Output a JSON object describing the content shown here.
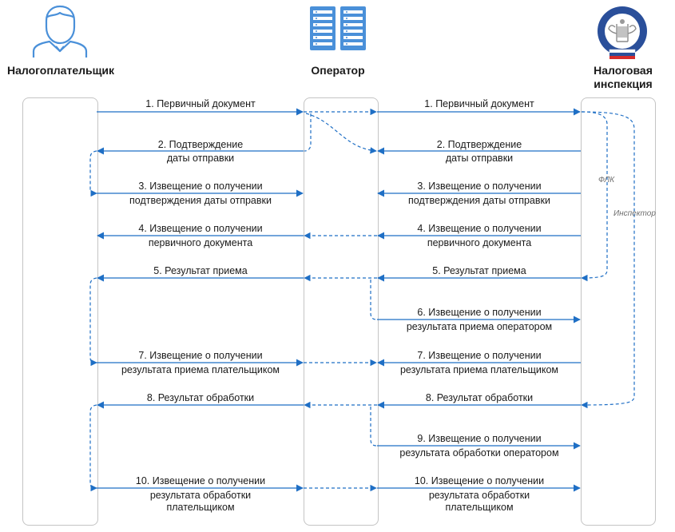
{
  "actors": {
    "taxpayer": "Налогоплательщик",
    "operator": "Оператор",
    "inspection_line1": "Налоговая",
    "inspection_line2": "инспекция"
  },
  "notes": {
    "flk": "ФЛК",
    "inspector": "Инспектор"
  },
  "colors": {
    "arrow": "#1f6fc5",
    "icon_fill": "#4a90d9",
    "lane_border": "#c4c4c4"
  },
  "icons": {
    "taxpayer": "person-icon",
    "operator": "server-icon",
    "inspection": "fns-emblem-icon"
  },
  "messages": {
    "left": [
      {
        "l1": "1. Первичный документ",
        "l2": "",
        "l3": ""
      },
      {
        "l1": "2. Подтверждение",
        "l2": "даты отправки",
        "l3": ""
      },
      {
        "l1": "3. Извещение о получении",
        "l2": "подтверждения даты отправки",
        "l3": ""
      },
      {
        "l1": "4. Извещение о получении",
        "l2": "первичного документа",
        "l3": ""
      },
      {
        "l1": "5. Результат приема",
        "l2": "",
        "l3": ""
      },
      {
        "l1": "7. Извещение о получении",
        "l2": "результата приема плательщиком",
        "l3": ""
      },
      {
        "l1": "8. Результат обработки",
        "l2": "",
        "l3": ""
      },
      {
        "l1": "10. Извещение о получении",
        "l2": "результата обработки",
        "l3": "плательщиком"
      }
    ],
    "right": [
      {
        "l1": "1. Первичный документ",
        "l2": "",
        "l3": ""
      },
      {
        "l1": "2. Подтверждение",
        "l2": "даты отправки",
        "l3": ""
      },
      {
        "l1": "3. Извещение о получении",
        "l2": "подтверждения даты отправки",
        "l3": ""
      },
      {
        "l1": "4. Извещение о получении",
        "l2": "первичного документа",
        "l3": ""
      },
      {
        "l1": "5. Результат приема",
        "l2": "",
        "l3": ""
      },
      {
        "l1": "6. Извещение о получении",
        "l2": "результата приема оператором",
        "l3": ""
      },
      {
        "l1": "7. Извещение о получении",
        "l2": "результата приема плательщиком",
        "l3": ""
      },
      {
        "l1": "8. Результат обработки",
        "l2": "",
        "l3": ""
      },
      {
        "l1": "9. Извещение о получении",
        "l2": "результата обработки оператором",
        "l3": ""
      },
      {
        "l1": "10. Извещение о получении",
        "l2": "результата обработки",
        "l3": "плательщиком"
      }
    ]
  }
}
